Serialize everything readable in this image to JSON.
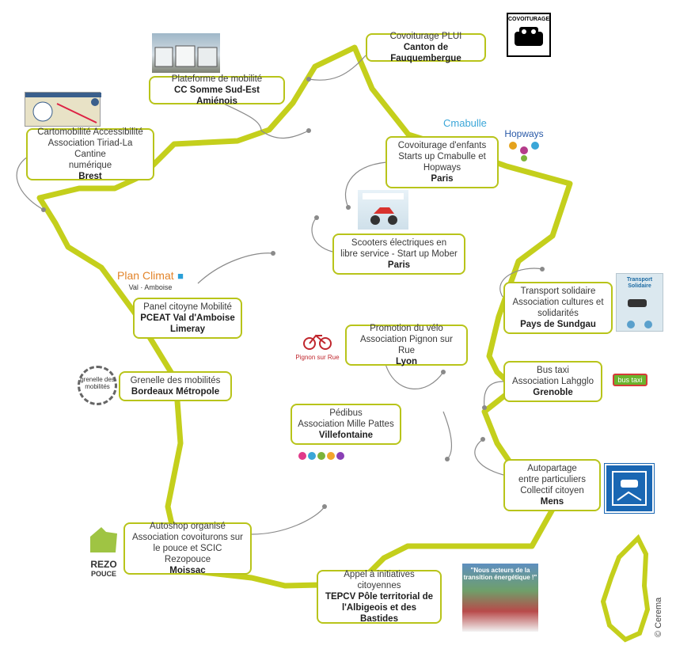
{
  "initiatives": [
    {
      "id": "covoiturage-plui",
      "lines": [
        "Covoiturage PLUI"
      ],
      "place": "Canton de Fauquembergue"
    },
    {
      "id": "plateforme-mobilite",
      "lines": [
        "Plateforme de mobilité"
      ],
      "place": "CC Somme Sud-Est Amiénois"
    },
    {
      "id": "cartomobilite",
      "lines": [
        "Cartomobilité Accessibilité",
        "Association Tiriad-La Cantine",
        "numérique"
      ],
      "place": "Brest"
    },
    {
      "id": "covoiturage-enfants",
      "lines": [
        "Covoiturage d'enfants",
        "Starts up Cmabulle et",
        "Hopways"
      ],
      "place": "Paris"
    },
    {
      "id": "scooters",
      "lines": [
        "Scooters électriques en",
        "libre service - Start up Mober"
      ],
      "place": "Paris"
    },
    {
      "id": "transport-solidaire",
      "lines": [
        "Transport solidaire",
        "Association cultures et",
        "solidarités"
      ],
      "place": "Pays de Sundgau"
    },
    {
      "id": "panel-citoyen",
      "lines": [
        "Panel citoyne Mobilité"
      ],
      "place": "PCEAT Val d'Amboise\nLimeray"
    },
    {
      "id": "promotion-velo",
      "lines": [
        "Promotion du vélo",
        "Association Pignon sur Rue"
      ],
      "place": "Lyon"
    },
    {
      "id": "bus-taxi",
      "lines": [
        "Bus taxi",
        "Association Lahgglo"
      ],
      "place": "Grenoble"
    },
    {
      "id": "grenelle",
      "lines": [
        "Grenelle des mobilités"
      ],
      "place": "Bordeaux Métropole"
    },
    {
      "id": "pedibus",
      "lines": [
        "Pédibus",
        "Association Mille Pattes"
      ],
      "place": "Villefontaine"
    },
    {
      "id": "autopartage",
      "lines": [
        "Autopartage",
        "entre particuliers",
        "Collectif citoyen"
      ],
      "place": "Mens"
    },
    {
      "id": "autoshop",
      "lines": [
        "Autoshop organisé",
        "Association covoiturons sur",
        "le pouce et SCIC Rezopouce"
      ],
      "place": "Moissac"
    },
    {
      "id": "appel-initiatives",
      "lines": [
        "Appel à initiatives",
        "citoyennes"
      ],
      "place": "TEPCV Pôle territorial de\nl'Albigeois et des Bastides"
    }
  ],
  "logos": {
    "covoiturage_sign": "COVOITURAGE",
    "cmabulle": "Cmabulle",
    "hopways": "Hopways",
    "plan_climat": "Plan Climat",
    "plan_climat_sub": "Val · Amboise",
    "pignon": "Pignon sur Rue",
    "transport_solidaire": "Transport Solidaire",
    "bustaxi": "bus taxi",
    "grenelle": "grenelle des mobilités",
    "rezo": "REZO",
    "pouce": "POUCE",
    "tepcv_photo": "\"Nous acteurs de la transition énergétique !\""
  },
  "credit": "© Cerema",
  "colors": {
    "accent": "#c4cf1c",
    "border": "#b8c41a",
    "connector": "#8a8a8a"
  }
}
